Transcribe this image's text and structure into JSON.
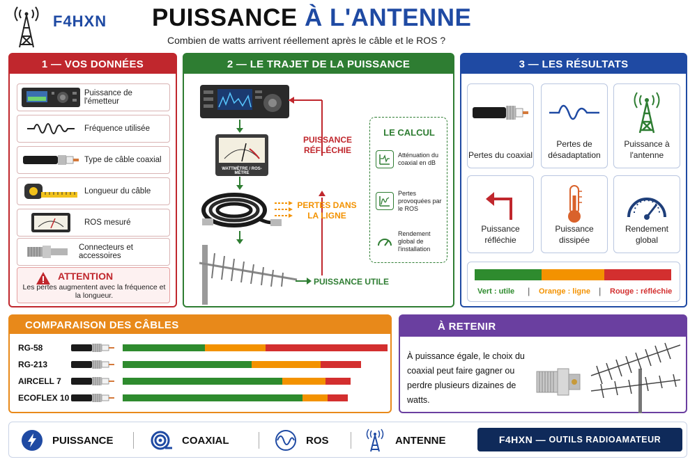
{
  "header": {
    "callsign": "F4HXN",
    "title_part1": "PUISSANCE",
    "title_part2": "À L'ANTENNE",
    "subtitle": "Combien de watts arrivent réellement après le câble et le ROS ?"
  },
  "panel1": {
    "title": "1 — VOS DONNÉES",
    "items": [
      {
        "label": "Puissance de l'émetteur",
        "icon": "transceiver-icon"
      },
      {
        "label": "Fréquence utilisée",
        "icon": "waveform-icon"
      },
      {
        "label": "Type de câble coaxial",
        "icon": "coax-cable-icon"
      },
      {
        "label": "Longueur du câble",
        "icon": "tape-measure-icon"
      },
      {
        "label": "ROS mesuré",
        "icon": "swr-meter-icon"
      },
      {
        "label": "Connecteurs et accessoires",
        "icon": "connector-icon"
      }
    ],
    "attention_title": "ATTENTION",
    "attention_text": "Les pertes augmentent avec la fréquence et la longueur."
  },
  "panel2": {
    "title": "2 — LE TRAJET DE LA PUISSANCE",
    "meter_label": "WATTMÈTRE / ROS-MÈTRE",
    "reflected_label": "PUISSANCE RÉFLÉCHIE",
    "line_loss_label": "PERTES DANS LA LIGNE",
    "useful_label": "PUISSANCE UTILE",
    "calc_title": "LE CALCUL",
    "calc_items": [
      {
        "label": "Atténuation du coaxial en dB"
      },
      {
        "label": "Pertes provoquées par le ROS"
      },
      {
        "label": "Rendement global de l'installation"
      }
    ]
  },
  "panel3": {
    "title": "3 — LES RÉSULTATS",
    "cards": [
      {
        "label": "Pertes du coaxial",
        "icon": "coax-icon"
      },
      {
        "label": "Pertes de désadaptation",
        "icon": "wave-icon"
      },
      {
        "label": "Puissance à l'antenne",
        "icon": "antenna-icon"
      },
      {
        "label": "Puissance réfléchie",
        "icon": "return-arrow-icon"
      },
      {
        "label": "Puissance dissipée",
        "icon": "thermometer-icon"
      },
      {
        "label": "Rendement global",
        "icon": "gauge-icon"
      }
    ],
    "legend": [
      {
        "label": "Vert : utile",
        "color": "#2e8b2e"
      },
      {
        "label": "Orange : ligne",
        "color": "#f39200"
      },
      {
        "label": "Rouge : réfléchie",
        "color": "#d32f2f"
      }
    ]
  },
  "comparison": {
    "title": "COMPARAISON DES CÂBLES",
    "rows": [
      {
        "name": "RG-58",
        "useful": 0.31,
        "line": 0.23,
        "reflected": 0.46
      },
      {
        "name": "RG-213",
        "useful": 0.54,
        "line": 0.29,
        "reflected": 0.17
      },
      {
        "name": "AIRCELL 7",
        "useful": 0.7,
        "line": 0.19,
        "reflected": 0.11
      },
      {
        "name": "ECOFLEX 10",
        "useful": 0.8,
        "line": 0.11,
        "reflected": 0.09
      }
    ]
  },
  "retenir": {
    "title": "À RETENIR",
    "text": "À puissance égale, le choix du coaxial peut faire gagner ou perdre plusieurs dizaines de watts."
  },
  "footer": {
    "items": [
      {
        "label": "PUISSANCE",
        "icon": "lightning-icon"
      },
      {
        "label": "COAXIAL",
        "icon": "coax-roll-icon"
      },
      {
        "label": "ROS",
        "icon": "sine-icon"
      },
      {
        "label": "ANTENNE",
        "icon": "antenna-icon"
      }
    ],
    "brand_callsign": "F4HXN",
    "brand_text": "OUTILS RADIOAMATEUR"
  },
  "colors": {
    "red": "#c0272d",
    "green": "#2e7d32",
    "blue": "#1f4aa3",
    "orange": "#e8891a",
    "purple": "#6a3fa0",
    "navy": "#0f2a5a"
  }
}
